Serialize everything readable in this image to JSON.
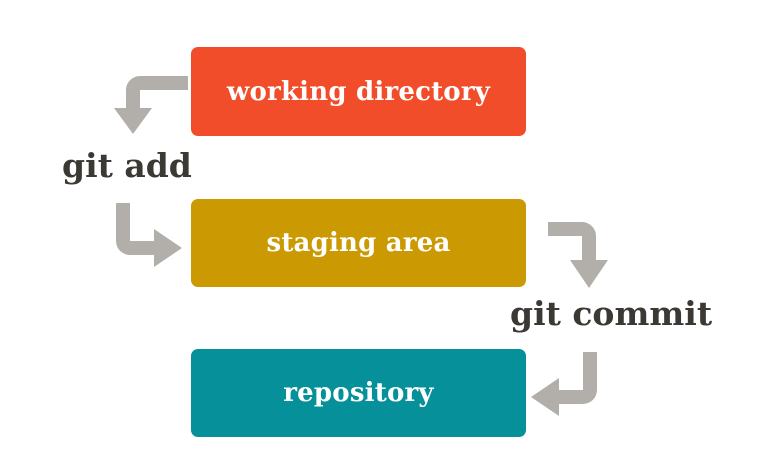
{
  "diagram": {
    "title": "git add and git commit workflow",
    "background_color": "#ffffff",
    "arrow_color": "#b2afaa",
    "text_dark_color": "#3c3834",
    "nodes": [
      {
        "id": "working-directory",
        "label": "working directory",
        "color": "#f24d2a",
        "text_color": "#ffffff"
      },
      {
        "id": "staging-area",
        "label": "staging area",
        "color": "#cb9a02",
        "text_color": "#ffffff"
      },
      {
        "id": "repository",
        "label": "repository",
        "color": "#06909a",
        "text_color": "#ffffff"
      }
    ],
    "commands": [
      {
        "id": "git-add",
        "label": "git add",
        "from": "working-directory",
        "to": "staging-area"
      },
      {
        "id": "git-commit",
        "label": "git commit",
        "from": "staging-area",
        "to": "repository"
      }
    ],
    "arrows": [
      {
        "id": "wd-to-gitadd",
        "name": "arrow-working-directory-to-git-add",
        "direction": "down"
      },
      {
        "id": "gitadd-to-staging",
        "name": "arrow-git-add-to-staging-area",
        "direction": "right"
      },
      {
        "id": "staging-to-gitcommit",
        "name": "arrow-staging-area-to-git-commit",
        "direction": "down"
      },
      {
        "id": "gitcommit-to-repo",
        "name": "arrow-git-commit-to-repository",
        "direction": "left"
      }
    ]
  }
}
